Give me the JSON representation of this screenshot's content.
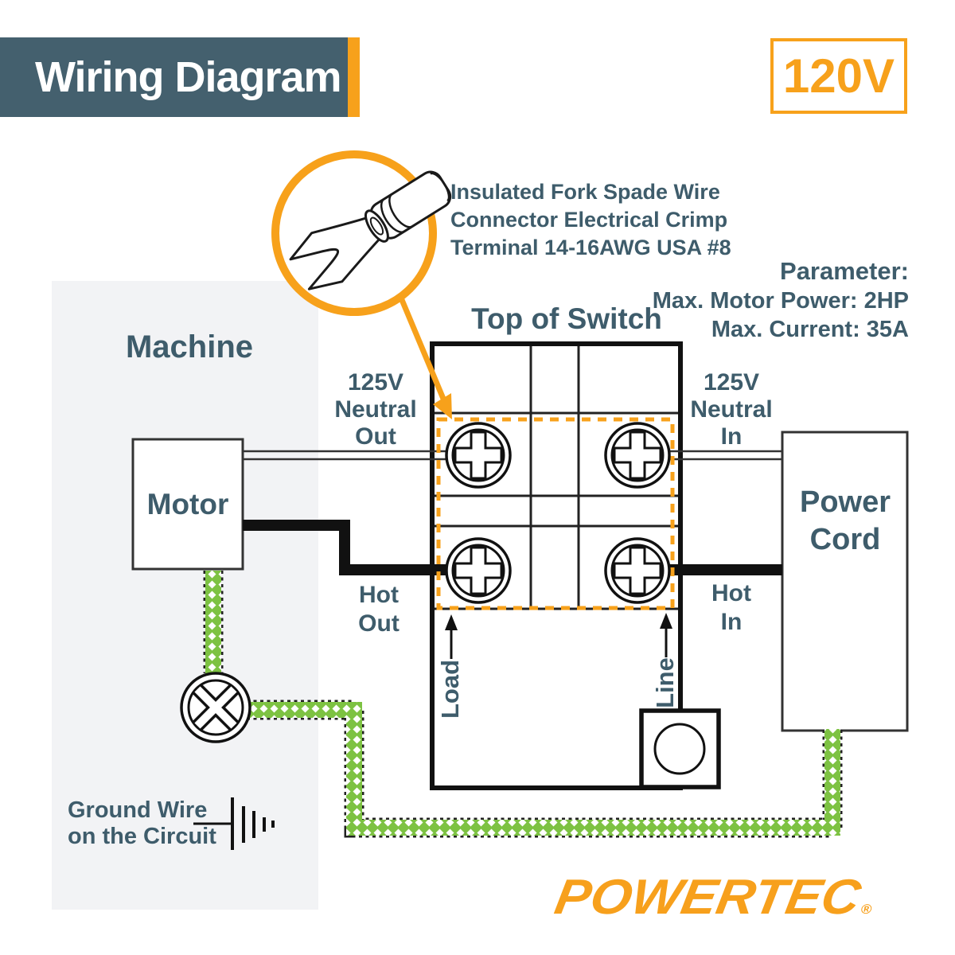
{
  "header": {
    "title": "Wiring Diagram",
    "voltage_badge": "120V"
  },
  "callout": {
    "note_line1": "Insulated Fork Spade Wire",
    "note_line2": "Connector Electrical Crimp",
    "note_line3": "Terminal 14-16AWG USA #8"
  },
  "parameters": {
    "heading": "Parameter:",
    "item1": "Max. Motor Power: 2HP",
    "item2": "Max. Current: 35A"
  },
  "labels": {
    "top_of_switch": "Top of Switch",
    "machine": "Machine",
    "motor": "Motor",
    "power_cord_line1": "Power",
    "power_cord_line2": "Cord",
    "neutral_out_1": "125V",
    "neutral_out_2": "Neutral",
    "neutral_out_3": "Out",
    "neutral_in_1": "125V",
    "neutral_in_2": "Neutral",
    "neutral_in_3": "In",
    "hot_out_1": "Hot",
    "hot_out_2": "Out",
    "hot_in_1": "Hot",
    "hot_in_2": "In",
    "load": "Load",
    "line": "Line",
    "ground_line1": "Ground Wire",
    "ground_line2": "on the Circuit"
  },
  "brand": {
    "name": "POWERTEC",
    "registered": "®"
  },
  "colors": {
    "accent_orange": "#F7A11B",
    "slate_text": "#3E5C6B",
    "header_bg": "#44606E",
    "wire_green": "#7DC242",
    "machine_panel": "#F2F3F5"
  }
}
